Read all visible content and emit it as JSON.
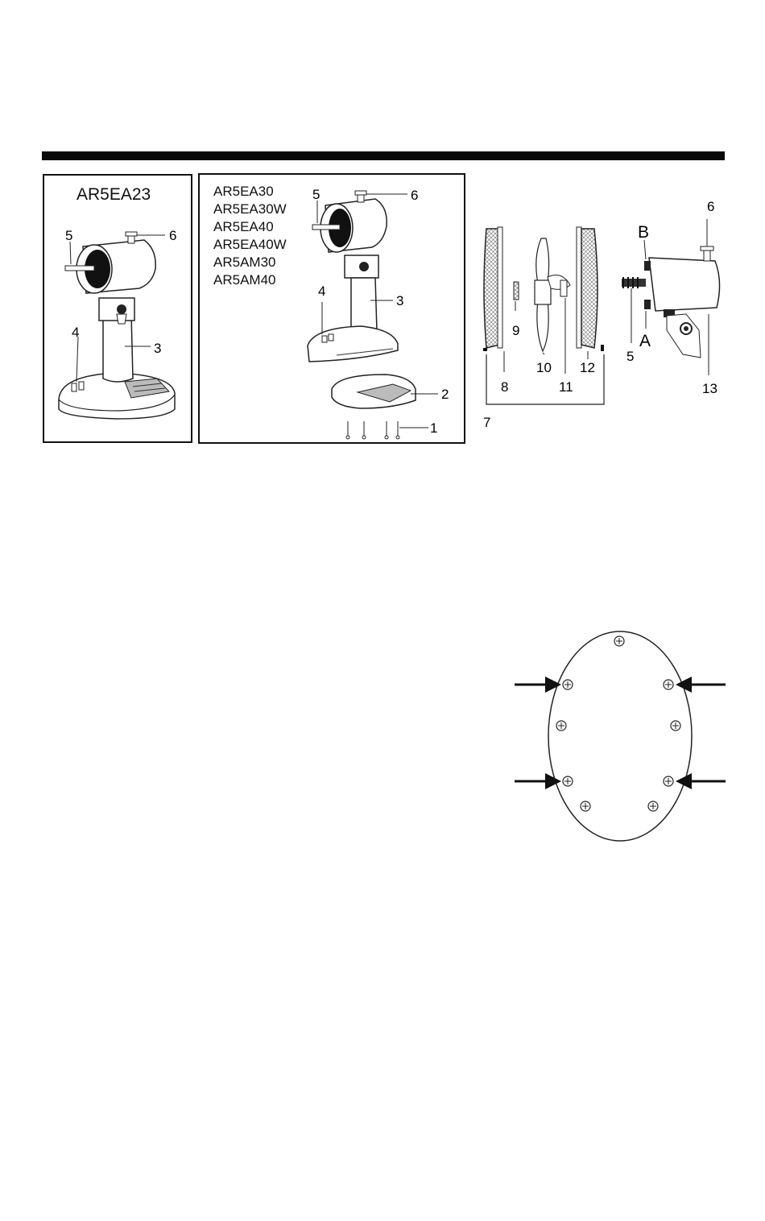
{
  "panel_a": {
    "title": "AR5EA23",
    "callouts": [
      "5",
      "6",
      "4",
      "3"
    ]
  },
  "panel_b": {
    "models": [
      "AR5EA30",
      "AR5EA30W",
      "AR5EA40",
      "AR5EA40W",
      "AR5AM30",
      "AR5AM40"
    ],
    "callouts": [
      "5",
      "6",
      "4",
      "3",
      "2",
      "1"
    ]
  },
  "exploded": {
    "callouts": [
      "6",
      "B",
      "9",
      "A",
      "5",
      "8",
      "10",
      "11",
      "12",
      "13",
      "7"
    ]
  },
  "grille": {
    "arrow_count": 4,
    "screw_count": 9
  }
}
